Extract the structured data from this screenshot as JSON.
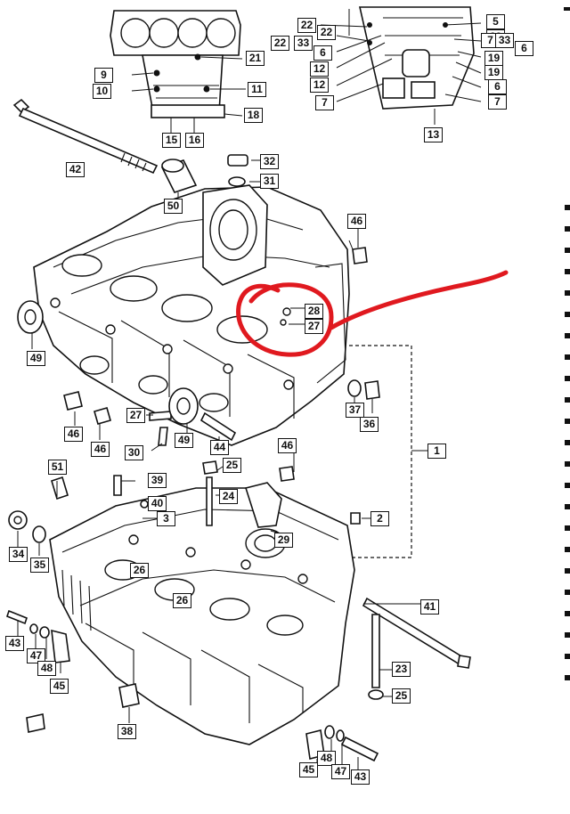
{
  "diagram": {
    "callouts": [
      {
        "id": "c21",
        "text": "21"
      },
      {
        "id": "c9",
        "text": "9"
      },
      {
        "id": "c10",
        "text": "10"
      },
      {
        "id": "c11",
        "text": "11"
      },
      {
        "id": "c18",
        "text": "18"
      },
      {
        "id": "c15",
        "text": "15"
      },
      {
        "id": "c16",
        "text": "16"
      },
      {
        "id": "c22a",
        "text": "22"
      },
      {
        "id": "c22b",
        "text": "22"
      },
      {
        "id": "c33a",
        "text": "33"
      },
      {
        "id": "c22c",
        "text": "22"
      },
      {
        "id": "c6a",
        "text": "6"
      },
      {
        "id": "c12a",
        "text": "12"
      },
      {
        "id": "c12b",
        "text": "12"
      },
      {
        "id": "c7a",
        "text": "7"
      },
      {
        "id": "c5",
        "text": "5"
      },
      {
        "id": "c22d",
        "text": "22"
      },
      {
        "id": "c7b",
        "text": "7"
      },
      {
        "id": "c33b",
        "text": "33"
      },
      {
        "id": "c6b",
        "text": "6"
      },
      {
        "id": "c19a",
        "text": "19"
      },
      {
        "id": "c19b",
        "text": "19"
      },
      {
        "id": "c6c",
        "text": "6"
      },
      {
        "id": "c7c",
        "text": "7"
      },
      {
        "id": "c13",
        "text": "13"
      },
      {
        "id": "c42",
        "text": "42"
      },
      {
        "id": "c32",
        "text": "32"
      },
      {
        "id": "c31",
        "text": "31"
      },
      {
        "id": "c50",
        "text": "50"
      },
      {
        "id": "c46a",
        "text": "46"
      },
      {
        "id": "c28",
        "text": "28"
      },
      {
        "id": "c27a",
        "text": "27"
      },
      {
        "id": "c49a",
        "text": "49"
      },
      {
        "id": "c46b",
        "text": "46"
      },
      {
        "id": "c46c",
        "text": "46"
      },
      {
        "id": "c27b",
        "text": "27"
      },
      {
        "id": "c30",
        "text": "30"
      },
      {
        "id": "c49b",
        "text": "49"
      },
      {
        "id": "c44",
        "text": "44"
      },
      {
        "id": "c37",
        "text": "37"
      },
      {
        "id": "c36",
        "text": "36"
      },
      {
        "id": "c1",
        "text": "1"
      },
      {
        "id": "c46d",
        "text": "46"
      },
      {
        "id": "c25a",
        "text": "25"
      },
      {
        "id": "c51",
        "text": "51"
      },
      {
        "id": "c39",
        "text": "39"
      },
      {
        "id": "c24",
        "text": "24"
      },
      {
        "id": "c40",
        "text": "40"
      },
      {
        "id": "c3",
        "text": "3"
      },
      {
        "id": "c2",
        "text": "2"
      },
      {
        "id": "c34",
        "text": "34"
      },
      {
        "id": "c35",
        "text": "35"
      },
      {
        "id": "c29",
        "text": "29"
      },
      {
        "id": "c26a",
        "text": "26"
      },
      {
        "id": "c26b",
        "text": "26"
      },
      {
        "id": "c41",
        "text": "41"
      },
      {
        "id": "c43a",
        "text": "43"
      },
      {
        "id": "c47a",
        "text": "47"
      },
      {
        "id": "c48a",
        "text": "48"
      },
      {
        "id": "c45a",
        "text": "45"
      },
      {
        "id": "c23",
        "text": "23"
      },
      {
        "id": "c25b",
        "text": "25"
      },
      {
        "id": "c38",
        "text": "38"
      },
      {
        "id": "c45b",
        "text": "45"
      },
      {
        "id": "c48b",
        "text": "48"
      },
      {
        "id": "c47b",
        "text": "47"
      },
      {
        "id": "c43b",
        "text": "43"
      }
    ],
    "annotation_color": "#e0191f"
  }
}
